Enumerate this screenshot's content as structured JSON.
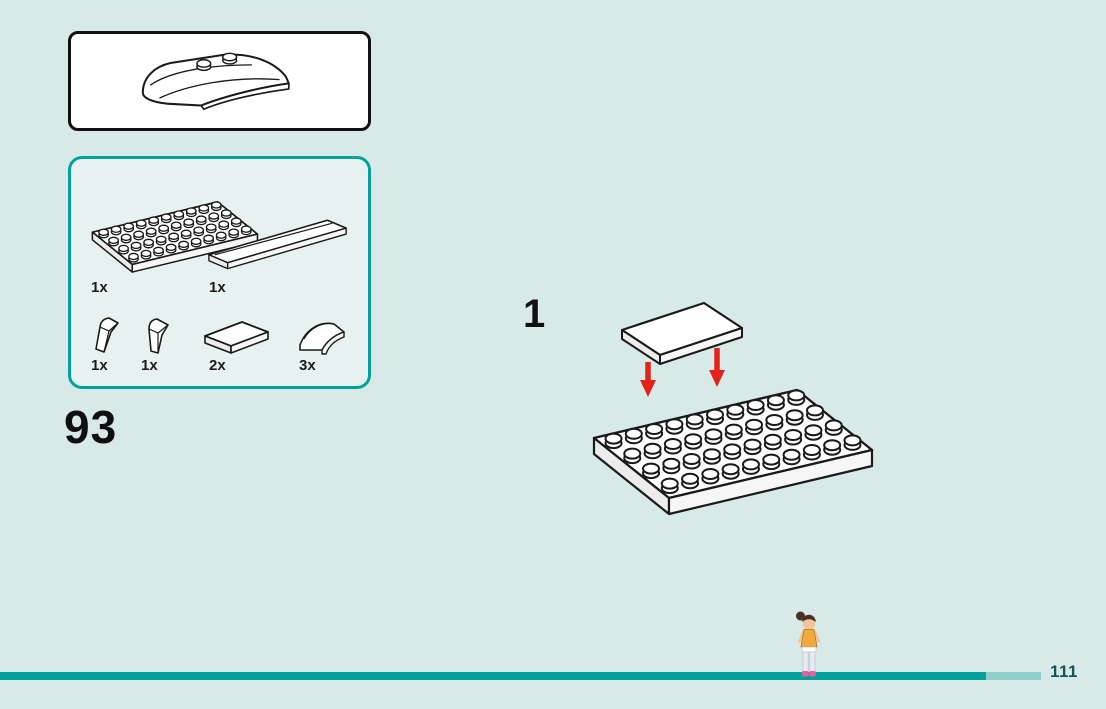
{
  "page": {
    "background_color": "#d8eae7",
    "accent_color": "#00a29b",
    "step_number": "93",
    "page_number": "111"
  },
  "callout": {
    "piece": "curved-windscreen-2x4"
  },
  "parts_panel": {
    "row1": [
      {
        "label": "1x",
        "piece": "plate-4x10"
      },
      {
        "label": "1x",
        "piece": "long-thin-slope"
      }
    ],
    "row2": [
      {
        "label": "1x",
        "piece": "small-wedge-left"
      },
      {
        "label": "1x",
        "piece": "small-wedge-right"
      },
      {
        "label": "2x",
        "piece": "tile-2x2"
      },
      {
        "label": "3x",
        "piece": "curved-slope-2x2"
      }
    ]
  },
  "step": {
    "number": "1",
    "arrow_color": "#e2231a",
    "pieces": [
      "tile-2x4",
      "plate-4x10"
    ]
  },
  "footer": {
    "mascot": "mini-doll-figure"
  }
}
